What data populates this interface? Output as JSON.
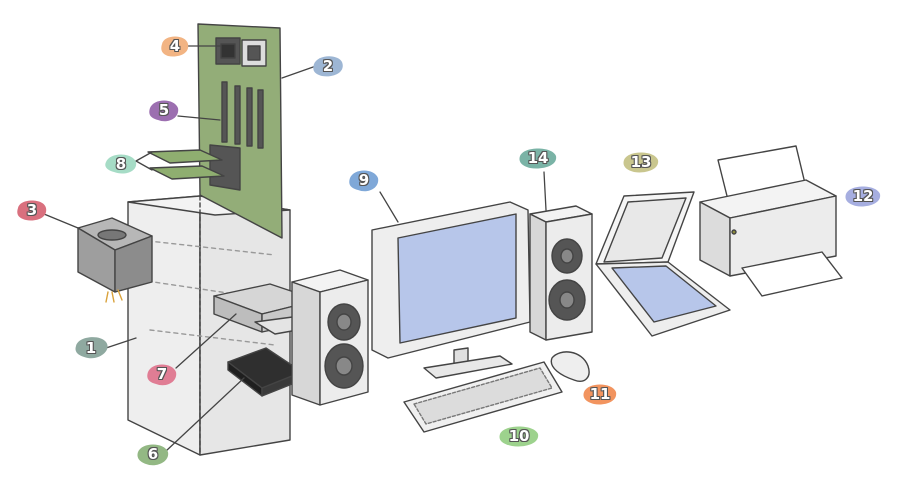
{
  "labels": [
    {
      "id": "1",
      "text": "1",
      "color": "#8fa9a0"
    },
    {
      "id": "2",
      "text": "2",
      "color": "#9db6d4"
    },
    {
      "id": "3",
      "text": "3",
      "color": "#d9707e"
    },
    {
      "id": "4",
      "text": "4",
      "color": "#f2b483"
    },
    {
      "id": "5",
      "text": "5",
      "color": "#9c6fb0"
    },
    {
      "id": "6",
      "text": "6",
      "color": "#93b884"
    },
    {
      "id": "7",
      "text": "7",
      "color": "#e07d94"
    },
    {
      "id": "8",
      "text": "8",
      "color": "#a6dcc6"
    },
    {
      "id": "9",
      "text": "9",
      "color": "#7fa8d8"
    },
    {
      "id": "10",
      "text": "10",
      "color": "#9dd28d"
    },
    {
      "id": "11",
      "text": "11",
      "color": "#f2945f"
    },
    {
      "id": "12",
      "text": "12",
      "color": "#a6aee0"
    },
    {
      "id": "13",
      "text": "13",
      "color": "#c9c68e"
    },
    {
      "id": "14",
      "text": "14",
      "color": "#7ab3a6"
    }
  ],
  "colors": {
    "outline": "#444444",
    "case_fill": "#eeeeee",
    "board_fill": "#93ad78",
    "screen_fill": "#b7c6ea",
    "speaker_fill": "#e9e9e9",
    "cone_fill": "#555555"
  },
  "icons": [
    "computer-case",
    "motherboard",
    "power-supply",
    "cpu",
    "ram",
    "hard-drive",
    "optical-drive",
    "expansion-card",
    "monitor",
    "keyboard",
    "mouse",
    "printer",
    "scanner",
    "speaker"
  ]
}
